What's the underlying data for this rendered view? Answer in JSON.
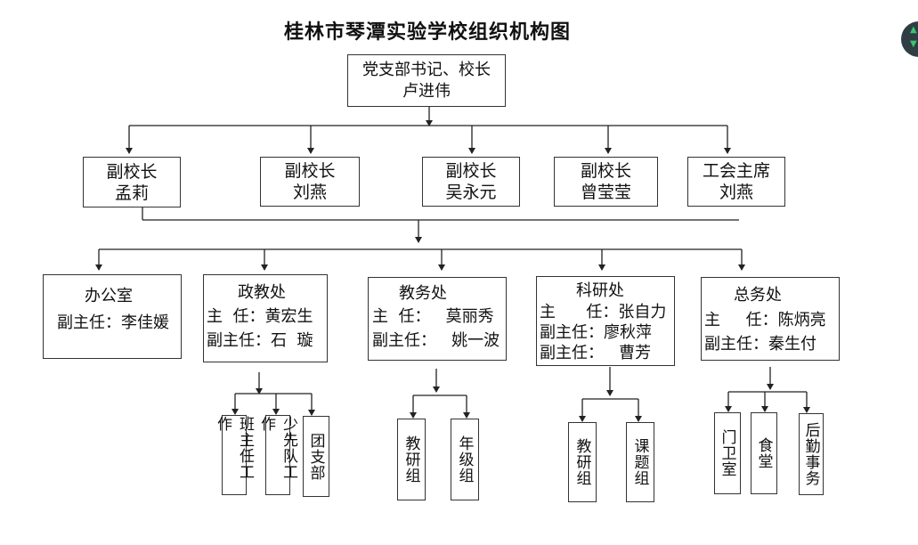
{
  "title": "桂林市琴潭实验学校组织机构图",
  "root": {
    "line1": "党支部书记、校长",
    "line2": "卢进伟"
  },
  "level2": [
    {
      "role": "副校长",
      "name": "孟莉"
    },
    {
      "role": "副校长",
      "name": "刘燕"
    },
    {
      "role": "副校长",
      "name": "吴永元"
    },
    {
      "role": "副校长",
      "name": "曾莹莹"
    },
    {
      "role": "工会主席",
      "name": "刘燕"
    }
  ],
  "departments": {
    "office": {
      "name": "办公室",
      "line1": "副主任：李佳媛"
    },
    "politics": {
      "name": "政教处",
      "line1": "主  任：黄宏生",
      "line2": "副主任：石  璇"
    },
    "academic": {
      "name": "教务处",
      "line1": "主  任：   莫丽秀",
      "line2": "副主任：   姚一波"
    },
    "research": {
      "name": "科研处",
      "line1": "主      任：张自力",
      "line2": "副主任：廖秋萍",
      "line3": "副主任：   曹芳"
    },
    "general": {
      "name": "总务处",
      "line1": "主     任：陈炳亮",
      "line2": "副主任：秦生付"
    }
  },
  "subunits": {
    "politics": [
      "班主任工作",
      "少先队工作",
      "团支部"
    ],
    "academic": [
      "教研组",
      "年级组"
    ],
    "research": [
      "教研组",
      "课题组"
    ],
    "general": [
      "门卫室",
      "食堂",
      "后勤事务"
    ]
  },
  "colors": {
    "line": "#222222",
    "border": "#333333"
  }
}
